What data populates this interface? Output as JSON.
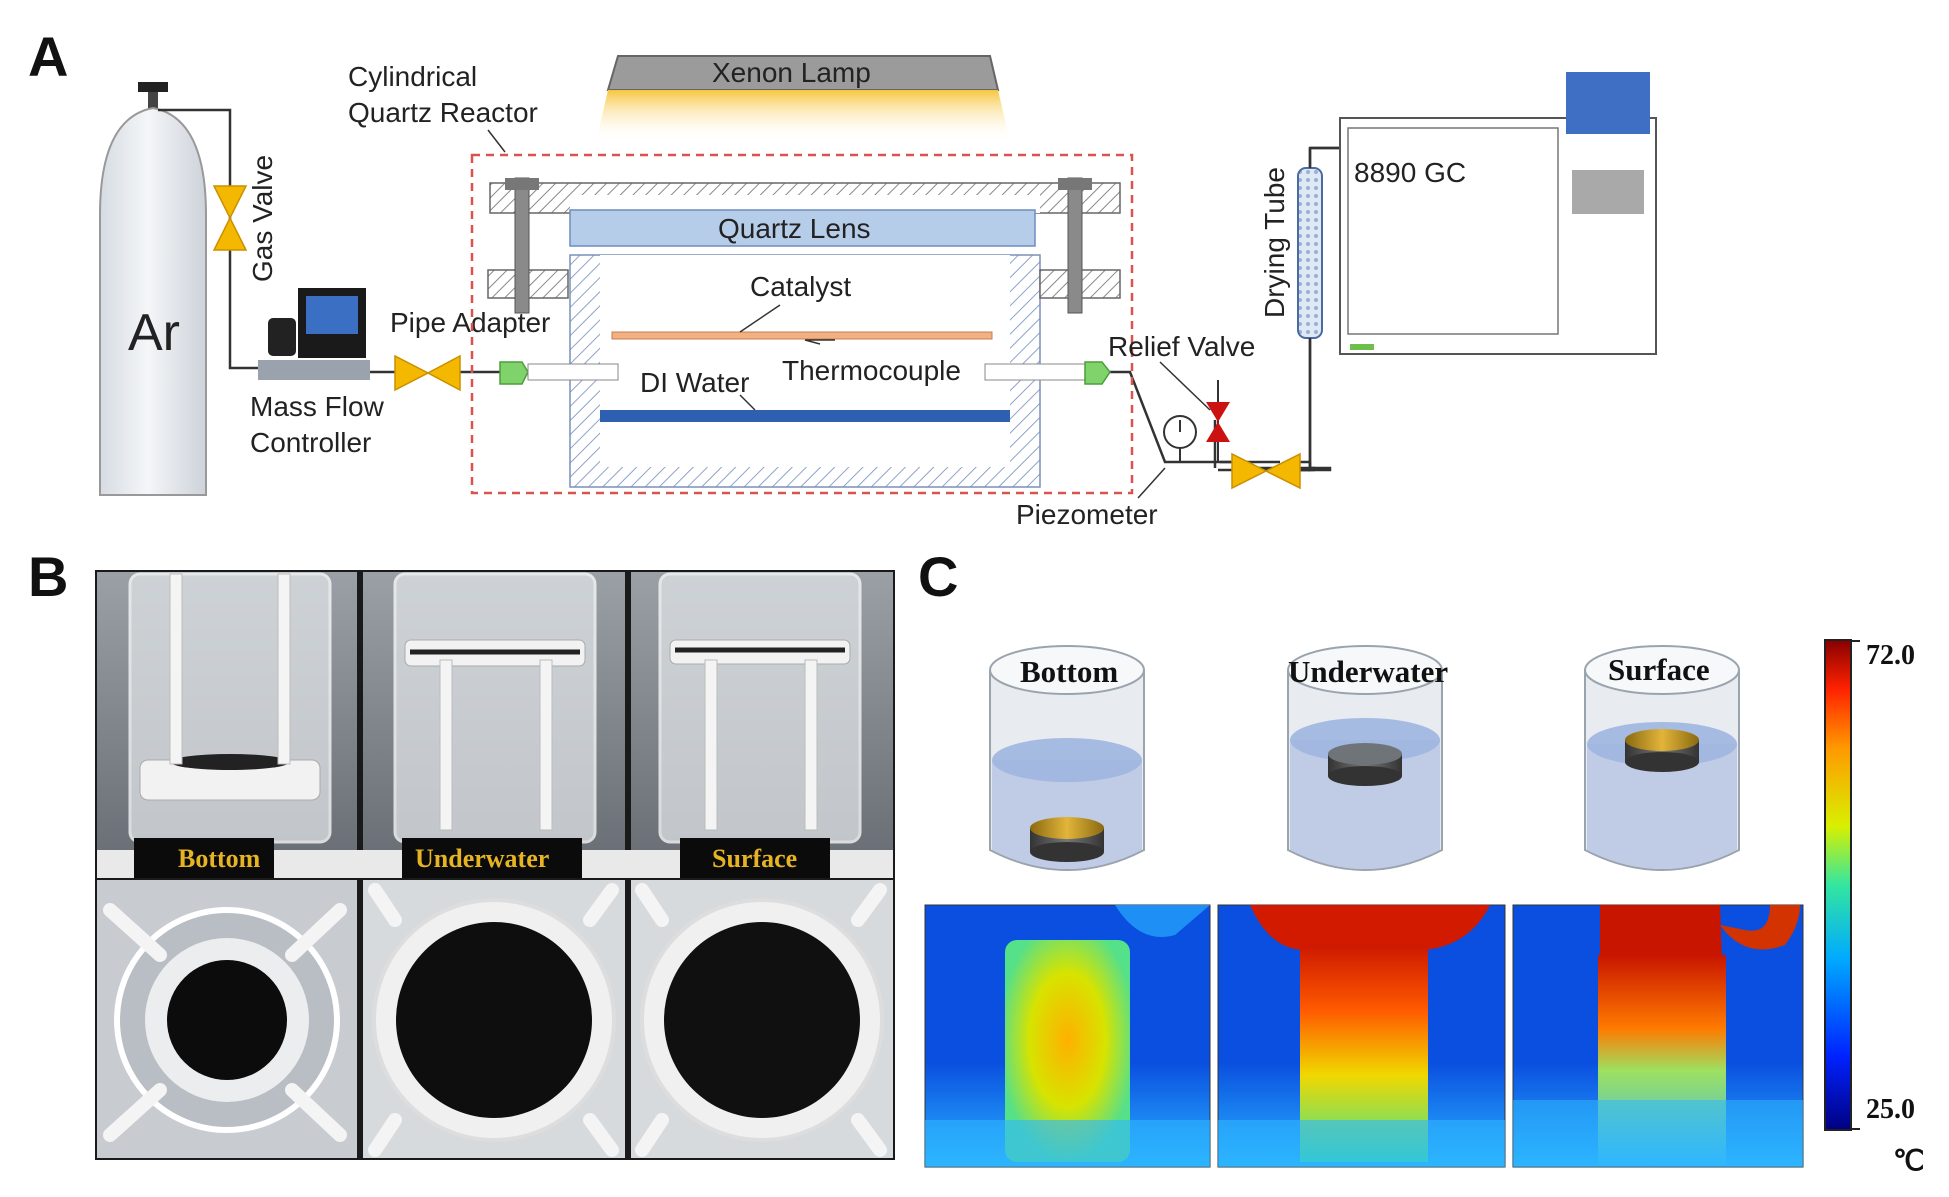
{
  "panels": {
    "a": "A",
    "b": "B",
    "c": "C"
  },
  "panel_a": {
    "cylinder": "Ar",
    "gas_valve": "Gas Valve",
    "mass_flow_line1": "Mass Flow",
    "mass_flow_line2": "Controller",
    "pipe_adapter": "Pipe Adapter",
    "reactor_line1": "Cylindrical",
    "reactor_line2": "Quartz Reactor",
    "lamp": "Xenon Lamp",
    "lens": "Quartz Lens",
    "catalyst": "Catalyst",
    "thermocouple": "Thermocouple",
    "water": "DI Water",
    "relief_valve": "Relief Valve",
    "piezometer": "Piezometer",
    "drying_tube": "Drying Tube",
    "gc": "8890 GC"
  },
  "panel_b": {
    "labels": [
      "Bottom",
      "Underwater",
      "Surface"
    ]
  },
  "panel_c": {
    "labels": [
      "Bottom",
      "Underwater",
      "Surface"
    ],
    "scale_max": "72.0",
    "scale_min": "25.0",
    "unit": "℃"
  },
  "colors": {
    "valve": "#f5b800",
    "relief": "#cc1111",
    "pipe_adapter": "#7fd36a",
    "reactor_dash": "#d9534f",
    "lens": "#b6cdea",
    "catalyst": "#f2b183",
    "water_bar": "#2e5fb0",
    "gc_blue": "#3f6fc4"
  }
}
